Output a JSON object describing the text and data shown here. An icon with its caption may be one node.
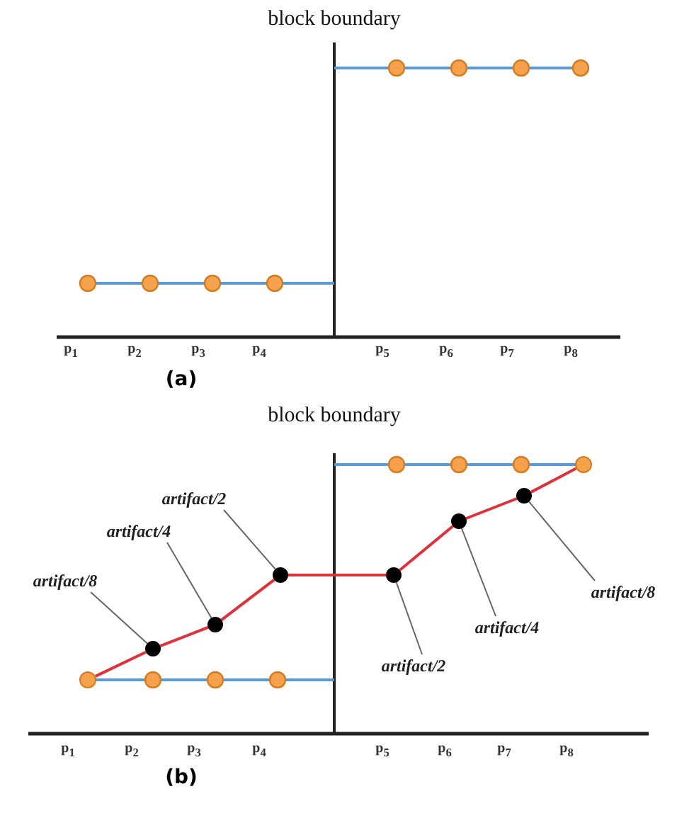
{
  "diagram": {
    "nodes": [
      {
        "text": [
          "artifact/2"
        ]
      },
      {
        "text": [
          "artifact/4"
        ]
      },
      {
        "text": [
          "artifact/8"
        ]
      },
      {
        "text": [
          "artifact/8"
        ]
      },
      {
        "text": [
          "artifact/4"
        ]
      },
      {
        "text": [
          "artifact/2"
        ]
      },
      {
        "text": [],
        "shape": "circle"
      },
      {
        "text": [],
        "shape": "circle"
      },
      {
        "text": [],
        "shape": "circle"
      },
      {
        "text": [],
        "shape": "circle"
      },
      {
        "text": [],
        "shape": "circle"
      },
      {
        "text": [],
        "shape": "circle"
      },
      {
        "text": [],
        "shape": "circle"
      },
      {
        "text": [],
        "shape": "circle"
      }
    ],
    "edges": [
      {
        "from": 2,
        "to": 7,
        "arrow": "none",
        "color": "#666666"
      },
      {
        "from": 1,
        "to": 8,
        "arrow": "none",
        "color": "#666666"
      },
      {
        "from": 0,
        "to": 9,
        "arrow": "none",
        "color": "#666666"
      },
      {
        "from": 5,
        "to": 10,
        "arrow": "none",
        "color": "#666666"
      },
      {
        "from": 4,
        "to": 11,
        "arrow": "none",
        "color": "#666666"
      },
      {
        "from": 3,
        "to": 12,
        "arrow": "none",
        "color": "#666666"
      },
      {
        "from": 6,
        "to": 7,
        "arrow": "none",
        "color": "#e0303a"
      },
      {
        "from": 7,
        "to": 8,
        "arrow": "none",
        "color": "#e0303a"
      },
      {
        "from": 8,
        "to": 9,
        "arrow": "none",
        "color": "#e0303a"
      },
      {
        "from": 9,
        "to": 10,
        "arrow": "none",
        "color": "#e0303a"
      },
      {
        "from": 10,
        "to": 11,
        "arrow": "none",
        "color": "#e0303a"
      },
      {
        "from": 11,
        "to": 12,
        "arrow": "none",
        "color": "#e0303a"
      },
      {
        "from": 12,
        "to": 13,
        "arrow": "none",
        "color": "#e0303a"
      }
    ],
    "labels": [
      "block boundary",
      "p$_{1}$",
      "p$_{2}$",
      "p$_{3}$",
      "p$_{4}$",
      "p$_{5}$",
      "p$_{6}$",
      "p$_{7}$",
      "p$_{8}$",
      "(a)",
      "block boundary",
      "p$_{1}$",
      "p$_{2}$",
      "p$_{3}$",
      "p$_{4}$",
      "p$_{5}$",
      "p$_{6}$",
      "p$_{7}$",
      "p$_{8}$",
      "(b)"
    ]
  }
}
